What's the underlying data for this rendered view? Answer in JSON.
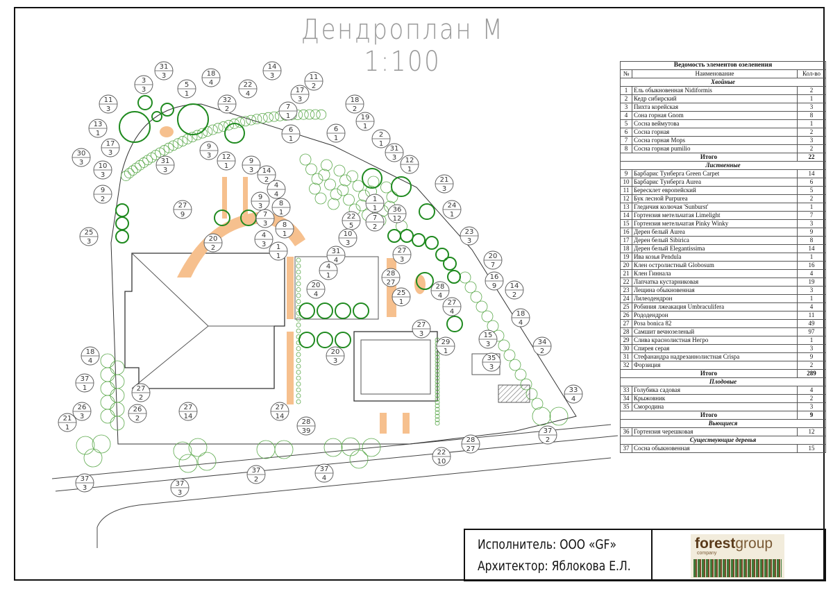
{
  "title": "Дендроплан М 1:100",
  "legend": {
    "heading": "Ведомость элементов озеленения",
    "col_num": "№",
    "col_name": "Наименование",
    "col_qty": "Кол-во",
    "total_label": "Итого",
    "sections": [
      {
        "name": "Хвойные",
        "items": [
          {
            "n": "1",
            "name": "Ель обыкновенная Nidiformis",
            "qty": "2"
          },
          {
            "n": "2",
            "name": "Кедр сибирский",
            "qty": "1"
          },
          {
            "n": "3",
            "name": "Пихта корейская",
            "qty": "3"
          },
          {
            "n": "4",
            "name": "Сона горная Gnom",
            "qty": "8"
          },
          {
            "n": "5",
            "name": "Сосна веймутова",
            "qty": "1"
          },
          {
            "n": "6",
            "name": "Сосна горная",
            "qty": "2"
          },
          {
            "n": "7",
            "name": "Сосна горная Mops",
            "qty": "3"
          },
          {
            "n": "8",
            "name": "Сосна горная pumilio",
            "qty": "2"
          }
        ],
        "total": "22"
      },
      {
        "name": "Лиственные",
        "items": [
          {
            "n": "9",
            "name": "Барбарис Тунберга Green Carpet",
            "qty": "14"
          },
          {
            "n": "10",
            "name": "Барбарис Тунберга Aurea",
            "qty": "6"
          },
          {
            "n": "11",
            "name": "Бересклет европейский",
            "qty": "5"
          },
          {
            "n": "12",
            "name": "Бук лесной Purpurea",
            "qty": "2"
          },
          {
            "n": "13",
            "name": "Гледичия колючая 'Sunburst'",
            "qty": "1"
          },
          {
            "n": "14",
            "name": "Гортензия метельчатая Limelight",
            "qty": "7"
          },
          {
            "n": "15",
            "name": "Гортензия метельчатая Pinky Winky",
            "qty": "3"
          },
          {
            "n": "16",
            "name": "Дерен белый Aurea",
            "qty": "9"
          },
          {
            "n": "17",
            "name": "Дерен белый Sibirica",
            "qty": "8"
          },
          {
            "n": "18",
            "name": "Дерен белый Elegantissima",
            "qty": "14"
          },
          {
            "n": "19",
            "name": "Ива козья Pendula",
            "qty": "1"
          },
          {
            "n": "20",
            "name": "Клен остролистный Globosum",
            "qty": "16"
          },
          {
            "n": "21",
            "name": "Клен Гиннала",
            "qty": "4"
          },
          {
            "n": "22",
            "name": "Лапчатка кустарниковая",
            "qty": "19"
          },
          {
            "n": "23",
            "name": "Лещина обыкновенная",
            "qty": "3"
          },
          {
            "n": "24",
            "name": "Лилеодендрон",
            "qty": "1"
          },
          {
            "n": "25",
            "name": "Робиния лжеакация Umbraculifera",
            "qty": "4"
          },
          {
            "n": "26",
            "name": "Рододендрон",
            "qty": "11"
          },
          {
            "n": "27",
            "name": "Роза bonica 82",
            "qty": "49"
          },
          {
            "n": "28",
            "name": "Самшит вечнозеленый",
            "qty": "97"
          },
          {
            "n": "29",
            "name": "Слива краснолистная Негро",
            "qty": "1"
          },
          {
            "n": "30",
            "name": "Спирея серая",
            "qty": "3"
          },
          {
            "n": "31",
            "name": "Стефанандра надрезаннолистная Crispa",
            "qty": "9"
          },
          {
            "n": "32",
            "name": "Форзиция",
            "qty": "2"
          }
        ],
        "total": "289"
      },
      {
        "name": "Плодовые",
        "items": [
          {
            "n": "33",
            "name": "Голубика садовая",
            "qty": "4"
          },
          {
            "n": "34",
            "name": "Крыжовник",
            "qty": "2"
          },
          {
            "n": "35",
            "name": "Смородина",
            "qty": "3"
          }
        ],
        "total": "9"
      },
      {
        "name": "Вьющиеся",
        "items": [
          {
            "n": "36",
            "name": "Гортензия черешковая",
            "qty": "12"
          }
        ]
      },
      {
        "name": "Существующие деревья",
        "items": [
          {
            "n": "37",
            "name": "Сосна обыкновенная",
            "qty": "15"
          }
        ]
      }
    ]
  },
  "callouts": [
    {
      "n": "31",
      "q": "3"
    },
    {
      "n": "3",
      "q": "3"
    },
    {
      "n": "5",
      "q": "1"
    },
    {
      "n": "18",
      "q": "4"
    },
    {
      "n": "22",
      "q": "4"
    },
    {
      "n": "14",
      "q": "3"
    },
    {
      "n": "11",
      "q": "3"
    },
    {
      "n": "32",
      "q": "2"
    },
    {
      "n": "11",
      "q": "2"
    },
    {
      "n": "17",
      "q": "3"
    },
    {
      "n": "18",
      "q": "2"
    },
    {
      "n": "13",
      "q": "1"
    },
    {
      "n": "7",
      "q": "1"
    },
    {
      "n": "19",
      "q": "1"
    },
    {
      "n": "17",
      "q": "3"
    },
    {
      "n": "6",
      "q": "1"
    },
    {
      "n": "6",
      "q": "1"
    },
    {
      "n": "2",
      "q": "1"
    },
    {
      "n": "30",
      "q": "3"
    },
    {
      "n": "9",
      "q": "3"
    },
    {
      "n": "12",
      "q": "1"
    },
    {
      "n": "31",
      "q": "3"
    },
    {
      "n": "31",
      "q": "3"
    },
    {
      "n": "12",
      "q": "1"
    },
    {
      "n": "10",
      "q": "3"
    },
    {
      "n": "9",
      "q": "3"
    },
    {
      "n": "14",
      "q": "2"
    },
    {
      "n": "21",
      "q": "3"
    },
    {
      "n": "4",
      "q": "4"
    },
    {
      "n": "9",
      "q": "2"
    },
    {
      "n": "9",
      "q": "3"
    },
    {
      "n": "8",
      "q": "1"
    },
    {
      "n": "1",
      "q": "1"
    },
    {
      "n": "24",
      "q": "1"
    },
    {
      "n": "27",
      "q": "9"
    },
    {
      "n": "36",
      "q": "12"
    },
    {
      "n": "22",
      "q": "5"
    },
    {
      "n": "7",
      "q": "2"
    },
    {
      "n": "7",
      "q": "3"
    },
    {
      "n": "8",
      "q": "1"
    },
    {
      "n": "25",
      "q": "3"
    },
    {
      "n": "23",
      "q": "3"
    },
    {
      "n": "20",
      "q": "2"
    },
    {
      "n": "4",
      "q": "3"
    },
    {
      "n": "1",
      "q": "1"
    },
    {
      "n": "10",
      "q": "3"
    },
    {
      "n": "31",
      "q": "4"
    },
    {
      "n": "20",
      "q": "7"
    },
    {
      "n": "16",
      "q": "9"
    },
    {
      "n": "14",
      "q": "2"
    },
    {
      "n": "28",
      "q": "27"
    },
    {
      "n": "4",
      "q": "1"
    },
    {
      "n": "27",
      "q": "3"
    },
    {
      "n": "20",
      "q": "4"
    },
    {
      "n": "25",
      "q": "1"
    },
    {
      "n": "28",
      "q": "4"
    },
    {
      "n": "27",
      "q": "4"
    },
    {
      "n": "18",
      "q": "4"
    },
    {
      "n": "27",
      "q": "3"
    },
    {
      "n": "29",
      "q": "1"
    },
    {
      "n": "15",
      "q": "3"
    },
    {
      "n": "34",
      "q": "2"
    },
    {
      "n": "35",
      "q": "3"
    },
    {
      "n": "20",
      "q": "3"
    },
    {
      "n": "18",
      "q": "4"
    },
    {
      "n": "37",
      "q": "1"
    },
    {
      "n": "27",
      "q": "2"
    },
    {
      "n": "26",
      "q": "3"
    },
    {
      "n": "26",
      "q": "2"
    },
    {
      "n": "21",
      "q": "1"
    },
    {
      "n": "27",
      "q": "14"
    },
    {
      "n": "27",
      "q": "14"
    },
    {
      "n": "28",
      "q": "39"
    },
    {
      "n": "33",
      "q": "4"
    },
    {
      "n": "37",
      "q": "2"
    },
    {
      "n": "28",
      "q": "27"
    },
    {
      "n": "22",
      "q": "10"
    },
    {
      "n": "37",
      "q": "3"
    },
    {
      "n": "37",
      "q": "3"
    },
    {
      "n": "37",
      "q": "2"
    },
    {
      "n": "37",
      "q": "4"
    }
  ],
  "titleblock": {
    "executor": "Исполнитель: ООО «GF»",
    "architect": "Архитектор: Яблокова Е.Л."
  },
  "logo": {
    "brand_bold": "forest",
    "brand_light": "group",
    "sub": "company"
  },
  "colors": {
    "tree": "#1f8a1f",
    "shrub": "#5aa84a",
    "path": "#f6c08e",
    "line": "#444444"
  }
}
